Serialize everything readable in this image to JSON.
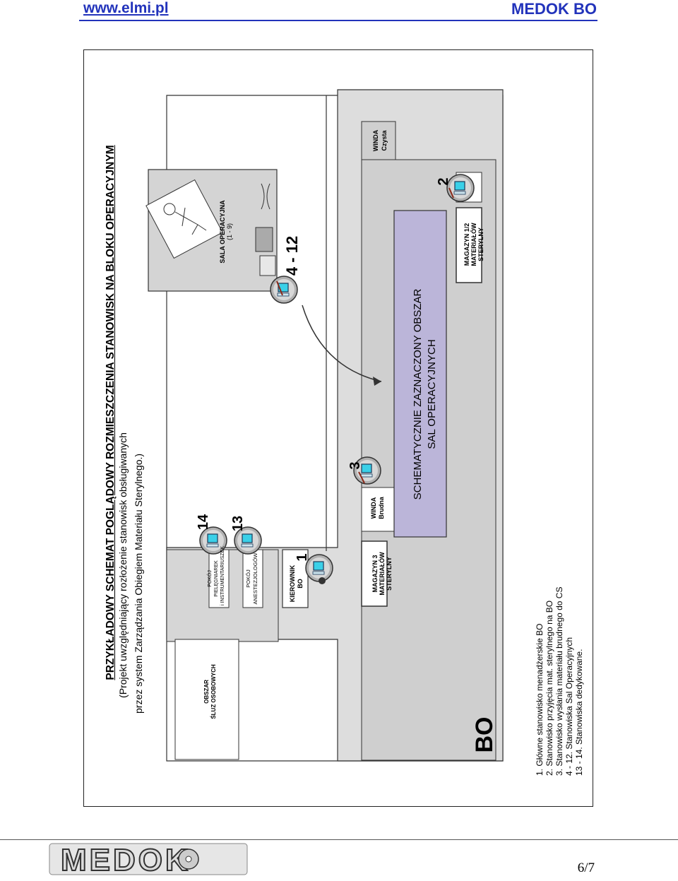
{
  "header": {
    "site": "www.elmi.pl",
    "doc_title": "MEDOK BO"
  },
  "diagram": {
    "title": "PRZYKŁADOWY SCHEMAT POGLĄDOWY ROZMIESZCZENIA STANOWISK NA BLOKU OPERACYJNYM",
    "subtitle_1": "(Projekt uwzględniający rozłożenie stanowisk obsługiwanych",
    "subtitle_2": "przez system Zarządzania Obiegiem Materiału Sterylnego.)",
    "block_label": "BO",
    "rooms": {
      "sluz_1": "OBSZAR",
      "sluz_2": "ŚLUZ OSOBOWYCH",
      "piel_1": "POKÓJ",
      "piel_2": "PIELĘGNIAREK",
      "piel_3": "i INSTRUMENTARIUSZEK",
      "anest_1": "POKÓJ",
      "anest_2": "ANESTEZJOLOGÓW",
      "kier_1": "KIEROWNIK",
      "kier_2": "BO",
      "mag3_1": "MAGAZYN 3",
      "mag3_2": "MATERIAŁÓW",
      "mag3_3": "STERYLNY",
      "wb_1": "WINDA",
      "wb_2": "Brudna",
      "wc_1": "WINDA",
      "wc_2": "Czysta",
      "mag12_1": "MAGAZYN 1/2",
      "mag12_2": "MATERIAŁÓW",
      "mag12_3": "STERYLNY",
      "sala_1": "SALA OPERACYJNA",
      "sala_2": "(1 - 9)",
      "central_1": "SCHEMATYCZNIE ZAZNACZONY OBSZAR",
      "central_2": "SAL OPERACYJNYCH"
    },
    "stations": {
      "s14": "14",
      "s13": "13",
      "s1": "1",
      "s3": "3",
      "s2": "2",
      "s4_12": "4 - 12"
    },
    "legend": [
      "1. Główne stanowisko menadżerskie BO",
      "2. Stanowisko przyjęcia mat. sterylnego na BO",
      "3. Stanowisko wysłania materiału brudnego do CS",
      "4 - 12. Stanowiska Sal Operacyjnych",
      "13 - 14. Stanowiska dedykowane."
    ]
  },
  "footer": {
    "logo_text": "MEDOK",
    "page": "6/7"
  },
  "colors": {
    "accent": "#2233bb",
    "room_fill": "#dcdcdc",
    "central_fill": "#bbb5d9",
    "station_ring": "#9a9a9a"
  }
}
